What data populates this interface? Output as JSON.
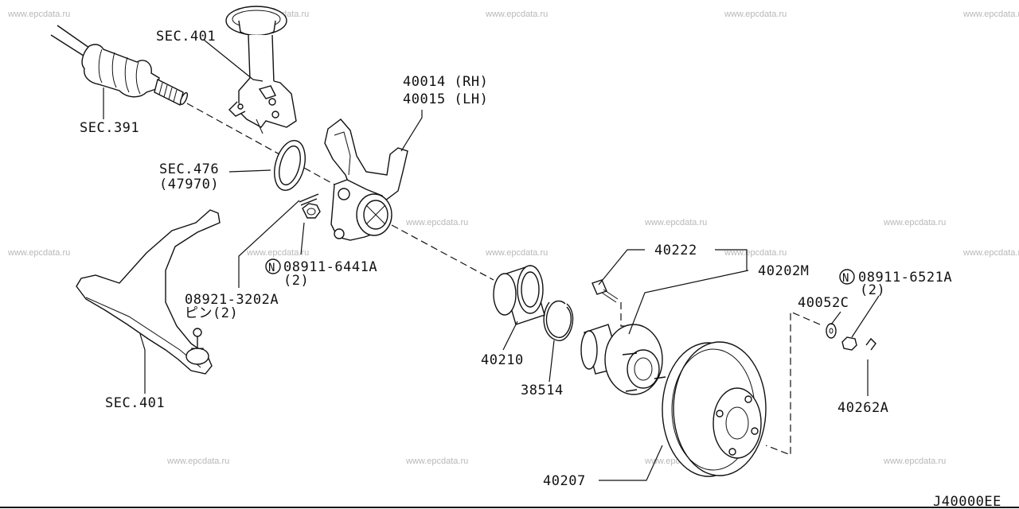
{
  "watermark": "www.epcdata.ru",
  "labels": {
    "sec401_top": "SEC.401",
    "sec391": "SEC.391",
    "knuckle_rh": "40014 (RH)",
    "knuckle_lh": "40015 (LH)",
    "sec476": "SEC.476",
    "sec476_ref": "(47970)",
    "nut_left_part": "08911-6441A",
    "nut_left_qty": "(2)",
    "nut_left_marker": "N",
    "pin_part": "08921-3202A",
    "pin_qty": "ピン(2)",
    "sec401_bottom": "SEC.401",
    "bolt": "40222",
    "hub": "40202M",
    "nut_right_marker": "N",
    "nut_right_part": "08911-6521A",
    "nut_right_qty": "(2)",
    "washer": "40052C",
    "bearing": "40210",
    "snap_ring": "38514",
    "cotter_pin": "40262A",
    "rotor": "40207",
    "diagram_code": "J40000EE"
  }
}
